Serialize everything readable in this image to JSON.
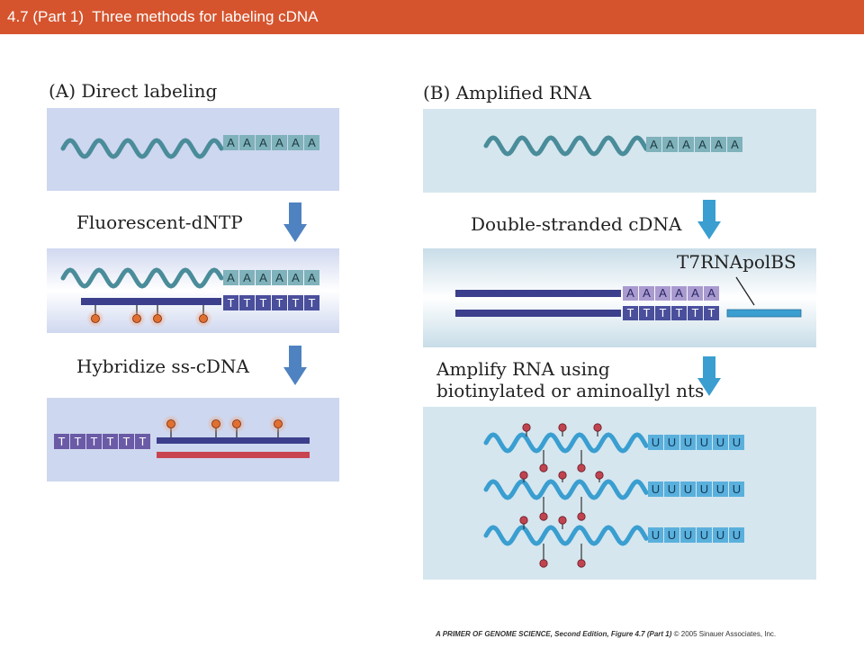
{
  "header": {
    "title": "4.7 (Part 1)  Three methods for labeling cDNA"
  },
  "panel_a": {
    "heading": "(A)  Direct labeling",
    "step1_label": "Fluorescent-dNTP",
    "step2_label": "Hybridize ss-cDNA",
    "poly_a": [
      "A",
      "A",
      "A",
      "A",
      "A",
      "A"
    ],
    "poly_t": [
      "T",
      "T",
      "T",
      "T",
      "T",
      "T"
    ]
  },
  "panel_b": {
    "heading": "(B)  Amplified RNA",
    "step1_label": "Double-stranded cDNA",
    "promoter_label": "T7RNApolBS",
    "step2_label_line1": "Amplify RNA using",
    "step2_label_line2": "biotinylated or aminoallyl nts",
    "poly_a": [
      "A",
      "A",
      "A",
      "A",
      "A",
      "A"
    ],
    "poly_t": [
      "T",
      "T",
      "T",
      "T",
      "T",
      "T"
    ],
    "poly_u": [
      "U",
      "U",
      "U",
      "U",
      "U",
      "U"
    ]
  },
  "footer": {
    "book": "A PRIMER OF GENOME SCIENCE, Second Edition, Figure 4.7 (Part 1)",
    "copyright": "© 2005 Sinauer Associates, Inc."
  },
  "colors": {
    "title_bar": "#d5542e",
    "panel_a_bg": "#cdd7ef",
    "panel_b_bg": "#d5e6ef",
    "mrna": "#4a8c9a",
    "cdna": "#3c3f8c",
    "poly_a_box": "#7fb2ba",
    "poly_t_box": "#4a4f9c",
    "poly_t_box_a": "#6b5aa6",
    "rna_out": "#3a9ed0",
    "arrow": "#4f82c0",
    "fluor": "#e07030",
    "biotin": "#c04450",
    "target_strand": "#c84450"
  }
}
